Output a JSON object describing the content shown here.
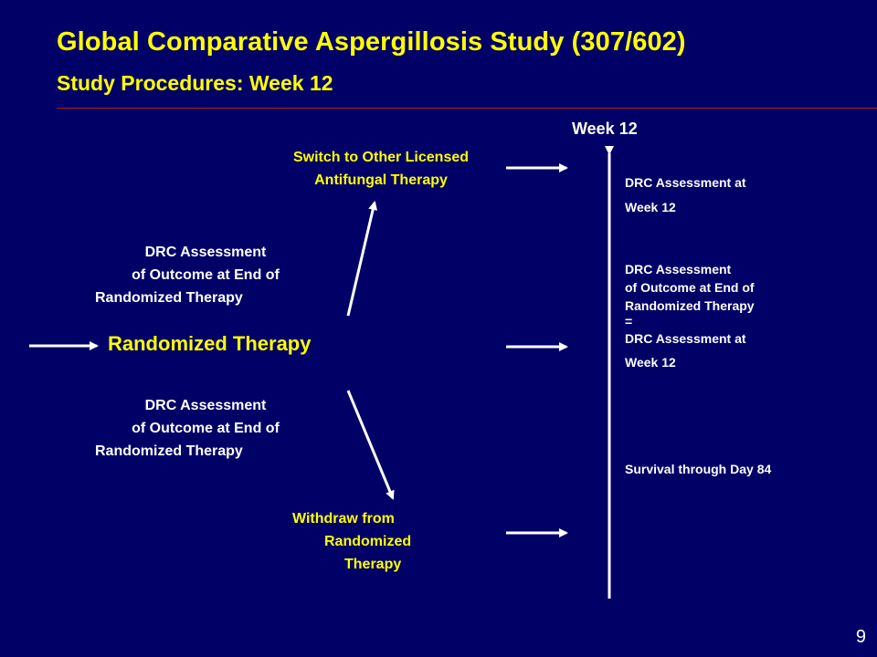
{
  "header": {
    "title": "Global Comparative Aspergillosis Study (307/602)",
    "subtitle": "Study Procedures: Week 12"
  },
  "timeline": {
    "week_label": "Week 12"
  },
  "branches": {
    "switch_label": [
      "Switch to Other Licensed",
      "Antifungal Therapy"
    ],
    "center_label": "Randomized Therapy",
    "withdraw_label": [
      "Withdraw from",
      "Randomized",
      "Therapy"
    ]
  },
  "left_notes": {
    "upper": [
      "DRC Assessment",
      "of Outcome at End of",
      "Randomized Therapy"
    ],
    "lower": [
      "DRC Assessment",
      "of Outcome at End of",
      "Randomized Therapy"
    ]
  },
  "right_notes": {
    "week12": [
      "DRC Assessment at",
      "Week 12"
    ],
    "equal_block": [
      "DRC Assessment",
      "of Outcome at End of",
      "Randomized Therapy",
      "=",
      "DRC Assessment at",
      "Week 12"
    ],
    "survival": "Survival through Day 84"
  },
  "page_number": "9",
  "colors": {
    "background": "#000066",
    "title": "#ffff00",
    "text": "#ffffff",
    "rule": "#b01e1e"
  }
}
